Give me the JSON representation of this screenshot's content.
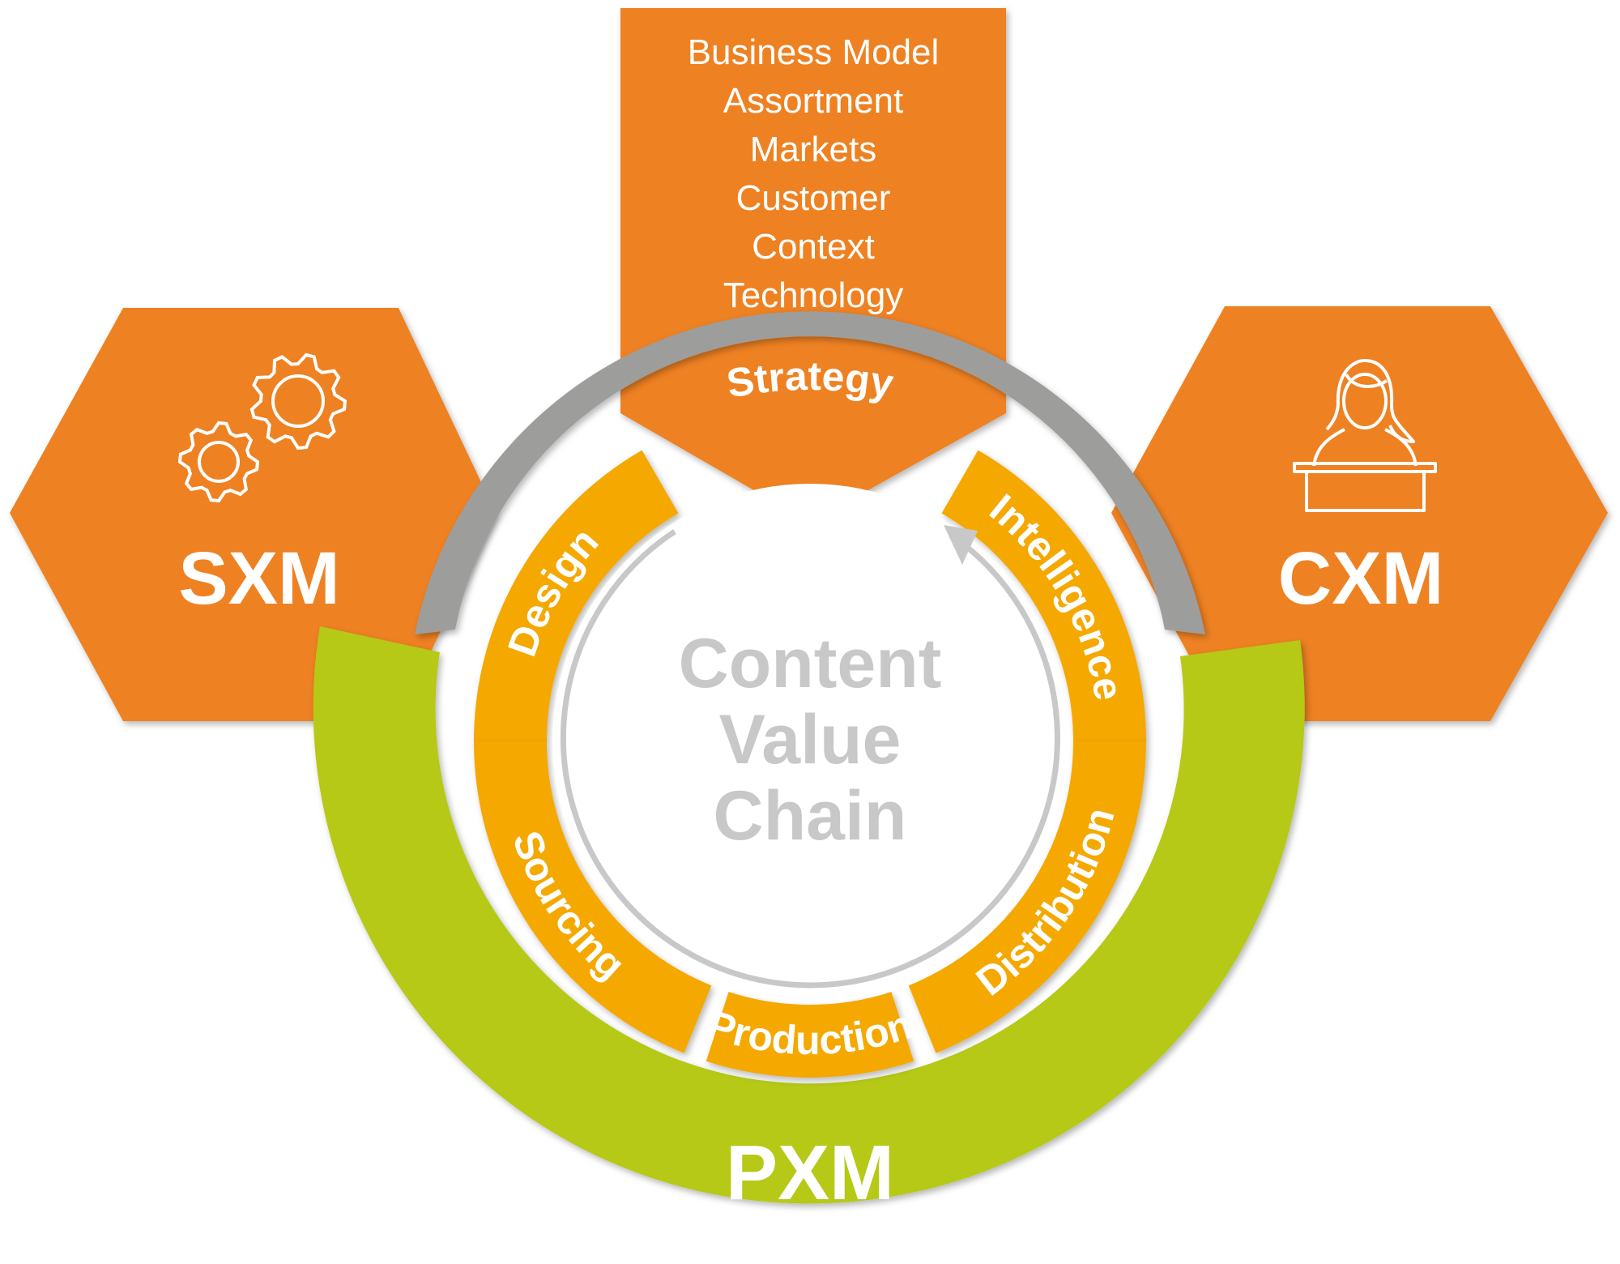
{
  "strategy_box": {
    "items": [
      "Business Model",
      "Assortment",
      "Markets",
      "Customer",
      "Context",
      "Technology"
    ]
  },
  "rings": {
    "strategy": "Strategy",
    "pxm": "PXM"
  },
  "hexagons": {
    "left": {
      "label": "SXM",
      "icon": "gears-icon"
    },
    "right": {
      "label": "CXM",
      "icon": "person-laptop-icon"
    }
  },
  "segments": {
    "design": "Design",
    "intelligence": "Intelligence",
    "sourcing": "Sourcing",
    "distribution": "Distribution",
    "production": "Production"
  },
  "center": {
    "line1": "Content",
    "line2": "Value",
    "line3": "Chain"
  },
  "colors": {
    "orange": "#ee8122",
    "amber": "#f5a800",
    "green": "#b5c918",
    "gray": "#9d9d9c",
    "light_gray": "#c8c8c8",
    "white": "#ffffff"
  }
}
